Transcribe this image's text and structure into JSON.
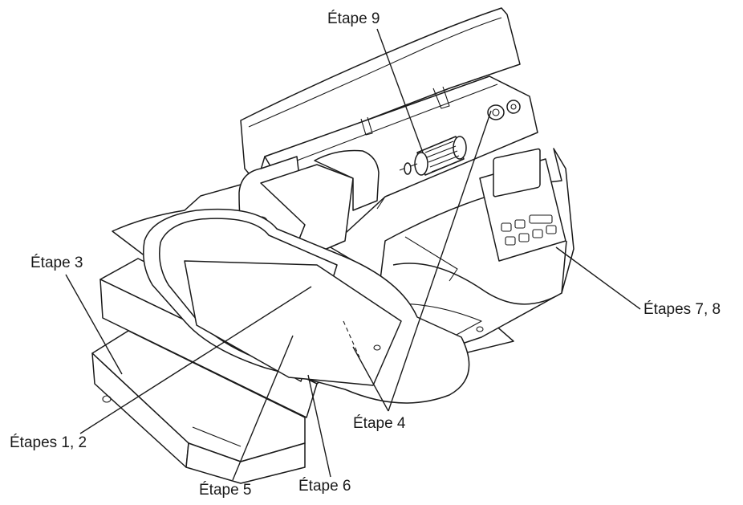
{
  "callouts": {
    "step9": "Étape 9",
    "step3": "Étape 3",
    "steps78": "Étapes 7, 8",
    "step4": "Étape 4",
    "steps12": "Étapes 1, 2",
    "step5": "Étape 5",
    "step6": "Étape 6"
  },
  "colors": {
    "line": "#1a1a1a",
    "background": "#ffffff"
  }
}
